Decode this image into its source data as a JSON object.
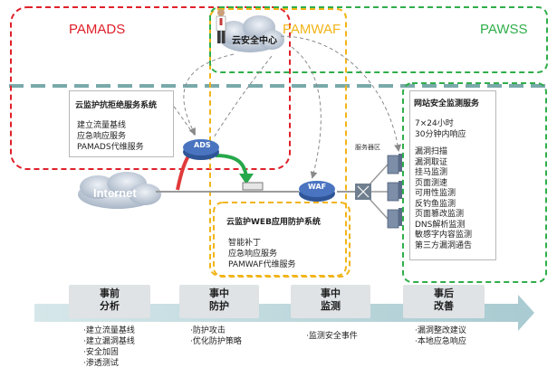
{
  "regions": {
    "pamads": {
      "label": "PAMADS",
      "color": "#e0202a"
    },
    "pamwaf": {
      "label": "PAMWAF",
      "color": "#f2b418"
    },
    "pawss": {
      "label": "PAWSS",
      "color": "#2fae4a"
    }
  },
  "cloud_center": {
    "label": "云安全中心"
  },
  "ads_box": {
    "title": "云监护抗拒绝服务系统",
    "items": [
      "建立流量基线",
      "应急响应服务",
      "PAMADS代维服务"
    ]
  },
  "waf_box": {
    "title": "云监护WEB应用防护系统",
    "items": [
      "智能补丁",
      "应急响应服务",
      "PAMWAF代维服务"
    ]
  },
  "wss_box": {
    "title": "网站安全监测服务",
    "items_top": [
      "7×24小时",
      "30分钟内响应"
    ],
    "items": [
      "漏洞扫描",
      "漏洞取证",
      "挂马监测",
      "页面测速",
      "可用性监测",
      "反钓鱼监测",
      "页面篡改监测",
      "DNS解析监测",
      "敏感字内容监测",
      "第三方漏洞通告"
    ]
  },
  "network": {
    "internet": "Internet",
    "ads_device": "ADS",
    "waf_device": "WAF",
    "server_area": "服务器区"
  },
  "timeline": {
    "stages": [
      {
        "label_line1": "事前",
        "label_line2": "分析",
        "bullets": [
          "·建立流量基线",
          "·建立漏洞基线",
          "·安全加固",
          "·渗透测试"
        ]
      },
      {
        "label_line1": "事中",
        "label_line2": "防护",
        "bullets": [
          "·防护攻击",
          "·优化防护策略"
        ]
      },
      {
        "label_line1": "事中",
        "label_line2": "监测",
        "bullets": [
          "·监测安全事件"
        ]
      },
      {
        "label_line1": "事后",
        "label_line2": "改善",
        "bullets": [
          "·漏洞整改建议",
          "·本地应急响应"
        ]
      }
    ]
  },
  "colors": {
    "teal_divider": "#7aa9aa",
    "timeline_arrow": "#b4cfd3",
    "stage_bg": "#dfe3e6",
    "device_blue": "#3d64a8",
    "green_arrow": "#27a84a",
    "red_arrow": "#e03a3a"
  }
}
